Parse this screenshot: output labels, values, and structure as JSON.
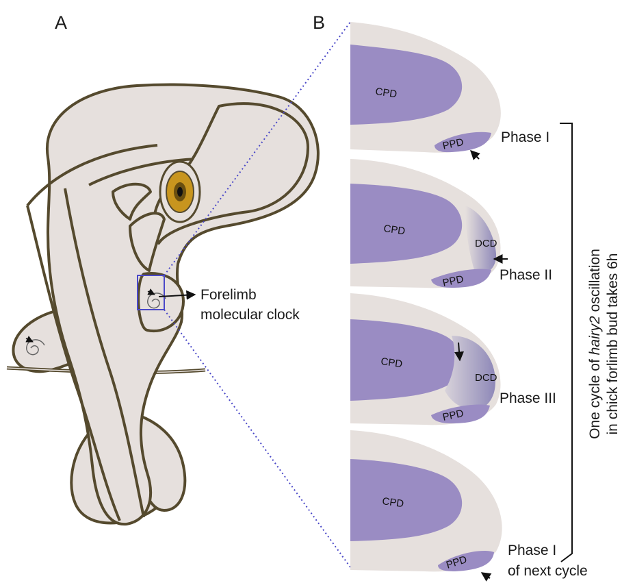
{
  "panels": {
    "a": "A",
    "b": "B"
  },
  "callout": {
    "line1": "Forelimb",
    "line2": "molecular clock"
  },
  "regions": {
    "cpd": "CPD",
    "ppd": "PPD",
    "dcd": "DCD"
  },
  "phases": {
    "p1": "Phase I",
    "p2": "Phase II",
    "p3": "Phase III",
    "p4_line1": "Phase I",
    "p4_line2": "of next cycle"
  },
  "side_label": {
    "line1_prefix": "One cycle of ",
    "line1_gene": "hairy2",
    "line1_suffix": " oscillation",
    "line2": "in chick forlimb bud takes 6h"
  },
  "colors": {
    "embryo_fill": "#e6e0dd",
    "embryo_outline": "#554a2e",
    "domain_purple": "#9a8cc3",
    "eye_gold": "#c8951e",
    "zoom_box": "#4a48c8"
  }
}
